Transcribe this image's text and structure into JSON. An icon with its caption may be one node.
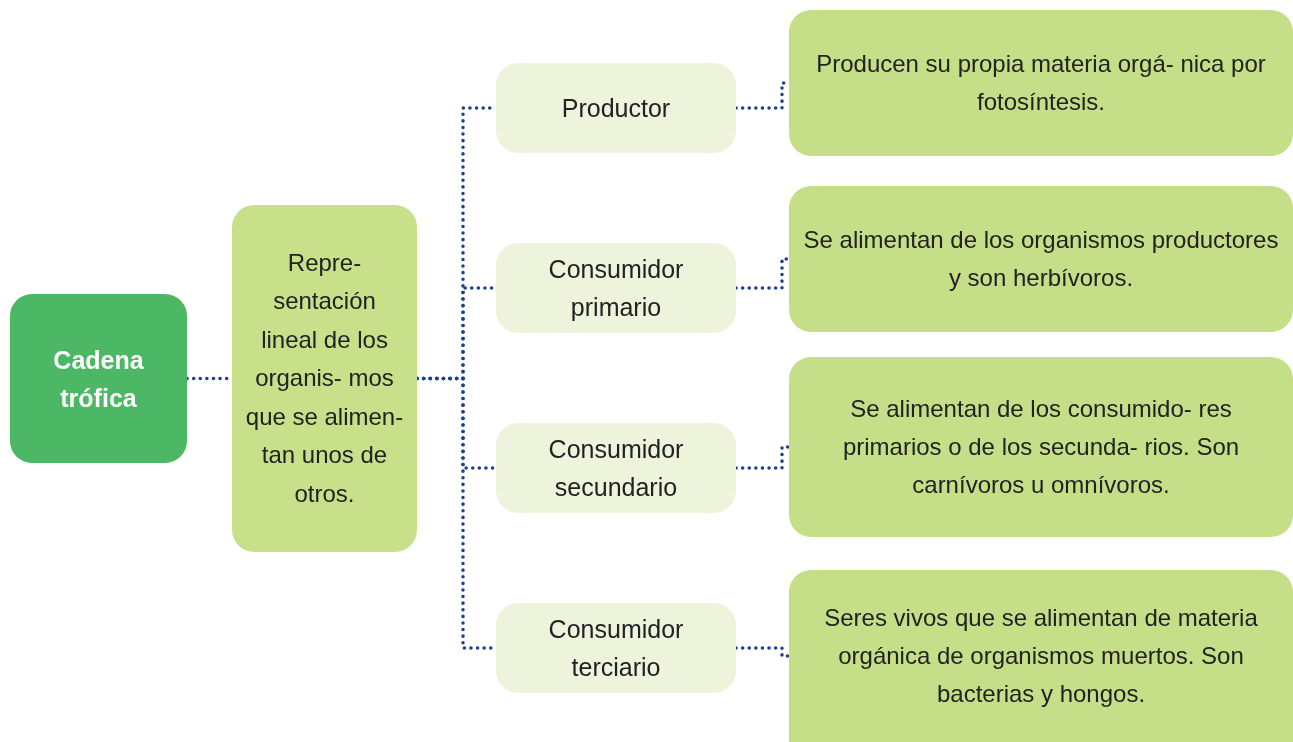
{
  "diagram": {
    "nodes": [
      {
        "text": [
          "Cadena trófica"
        ]
      },
      {
        "text": [
          "Repre- sentación lineal de los organis- mos que se alimen- tan unos de otros."
        ]
      },
      {
        "text": [
          "Productor"
        ]
      },
      {
        "text": [
          "Consumidor primario"
        ]
      },
      {
        "text": [
          "Consumidor secundario"
        ]
      },
      {
        "text": [
          "Consumidor terciario"
        ]
      },
      {
        "text": [
          "Producen su propia materia orgá- nica por fotosíntesis."
        ]
      },
      {
        "text": [
          "Se alimentan de los organismos productores y son herbívoros."
        ]
      },
      {
        "text": [
          "Se alimentan de los consumido- res primarios o de los secunda- rios. Son carnívoros u omnívoros."
        ]
      },
      {
        "text": [
          "Seres vivos que se alimentan de materia orgánica de organismos muertos. Son bacterias y hongos."
        ]
      }
    ],
    "edges": [
      {
        "from": 0,
        "to": 1,
        "arrow": "none"
      },
      {
        "from": 1,
        "to": 2,
        "arrow": "none"
      },
      {
        "from": 1,
        "to": 3,
        "arrow": "none"
      },
      {
        "from": 1,
        "to": 4,
        "arrow": "none"
      },
      {
        "from": 1,
        "to": 5,
        "arrow": "none"
      },
      {
        "from": 2,
        "to": 6,
        "arrow": "none"
      },
      {
        "from": 3,
        "to": 7,
        "arrow": "none"
      },
      {
        "from": 4,
        "to": 8,
        "arrow": "none"
      },
      {
        "from": 5,
        "to": 9,
        "arrow": "none"
      }
    ]
  }
}
